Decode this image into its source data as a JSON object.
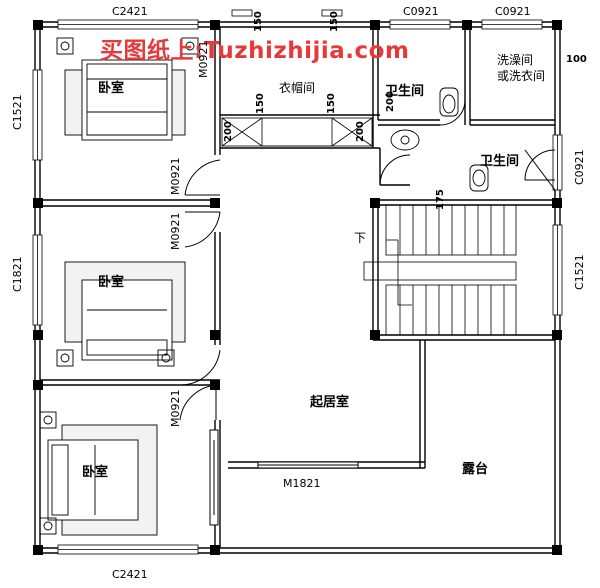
{
  "watermark": "买图纸上:Tuzhizhijia.com",
  "rooms": {
    "bedroom_top": "卧室",
    "bedroom_mid": "卧室",
    "bedroom_bottom": "卧室",
    "cloakroom": "衣帽间",
    "bathroom_a": "卫生间",
    "laundry": "洗澡间\n或洗衣间",
    "bathroom_b": "卫生间",
    "living": "起居室",
    "terrace": "露台"
  },
  "codes": {
    "top_window_left": "C2421",
    "top_window_mid": "C0921",
    "top_window_right": "C0921",
    "bottom_window": "C2421",
    "left_window_top": "C1521",
    "left_window_mid": "C1821",
    "right_window_top": "C0921",
    "right_window_mid": "C1521",
    "door_top": "M0921",
    "door_1": "M0921",
    "door_2": "M0921",
    "door_3": "M0921",
    "door_living": "M1821"
  },
  "dims": {
    "d150_top_a": "150",
    "d150_top_b": "150",
    "d150_left": "150",
    "d150_right": "150",
    "d200_a": "200",
    "d200_b": "200",
    "d200_c": "200",
    "d100": "100",
    "d175": "175"
  },
  "stair_label": "下"
}
